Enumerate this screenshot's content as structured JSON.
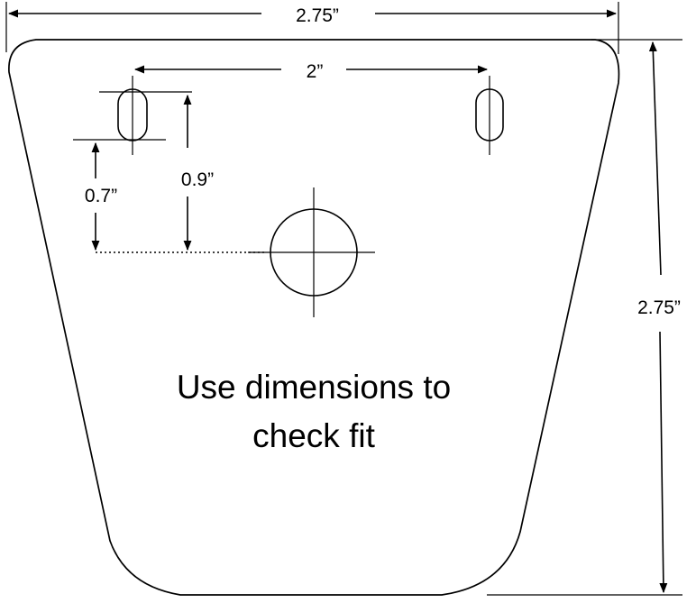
{
  "dimensions": {
    "top_width": "2.75”",
    "right_height": "2.75”",
    "slot_spacing": "2”",
    "slot_to_hole_vertical": "0.9”",
    "slot_to_hole_lower": "0.7”"
  },
  "note": {
    "line1": "Use dimensions to",
    "line2": "check fit"
  }
}
